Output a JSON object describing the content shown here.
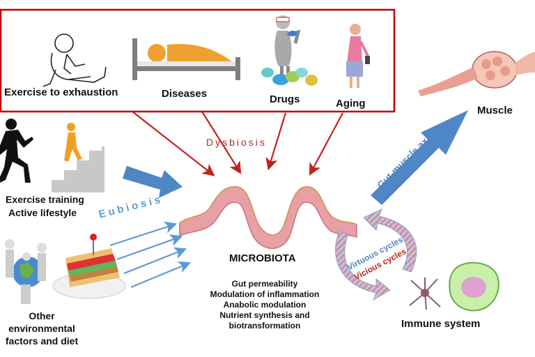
{
  "stressors": {
    "exercise_exhaustion": "Exercise to exhaustion",
    "diseases": "Diseases",
    "drugs": "Drugs",
    "aging": "Aging"
  },
  "dysbiosis": "Dysbiosis",
  "eubiosis": "Eubiosis",
  "exercise_training": "Exercise training",
  "active_lifestyle": "Active lifestyle",
  "other_factors": [
    "Other",
    "environmental",
    "factors and diet"
  ],
  "microbiota": {
    "title": "MICROBIOTA",
    "functions": [
      "Gut permeability",
      "Modulation of inflammation",
      "Anabolic modulation",
      "Nutrient synthesis and",
      "biotransformation"
    ]
  },
  "gut_muscle_axis": "Gut-muscle axis",
  "muscle": "Muscle",
  "virtuous_cycles": "Virtuous cycles",
  "vicious_cycles": "Vicious cycles",
  "immune_system": "Immune system",
  "colors": {
    "frame_red": "#c00000",
    "arrow_red": "#c0231c",
    "arrow_blue": "#4f86c6",
    "eubiosis_blue": "#5b9bd5",
    "gut_pink": "#e8a0a5"
  },
  "icons": [
    "exhausted-person-icon",
    "bed-icon",
    "pill-figure-icon",
    "elderly-woman-icon",
    "runner-icon",
    "stairs-climber-icon",
    "globe-people-icon",
    "sandwich-icon",
    "muscle-icon",
    "immune-cell-icon",
    "dendritic-cell-icon",
    "gut-icon"
  ]
}
